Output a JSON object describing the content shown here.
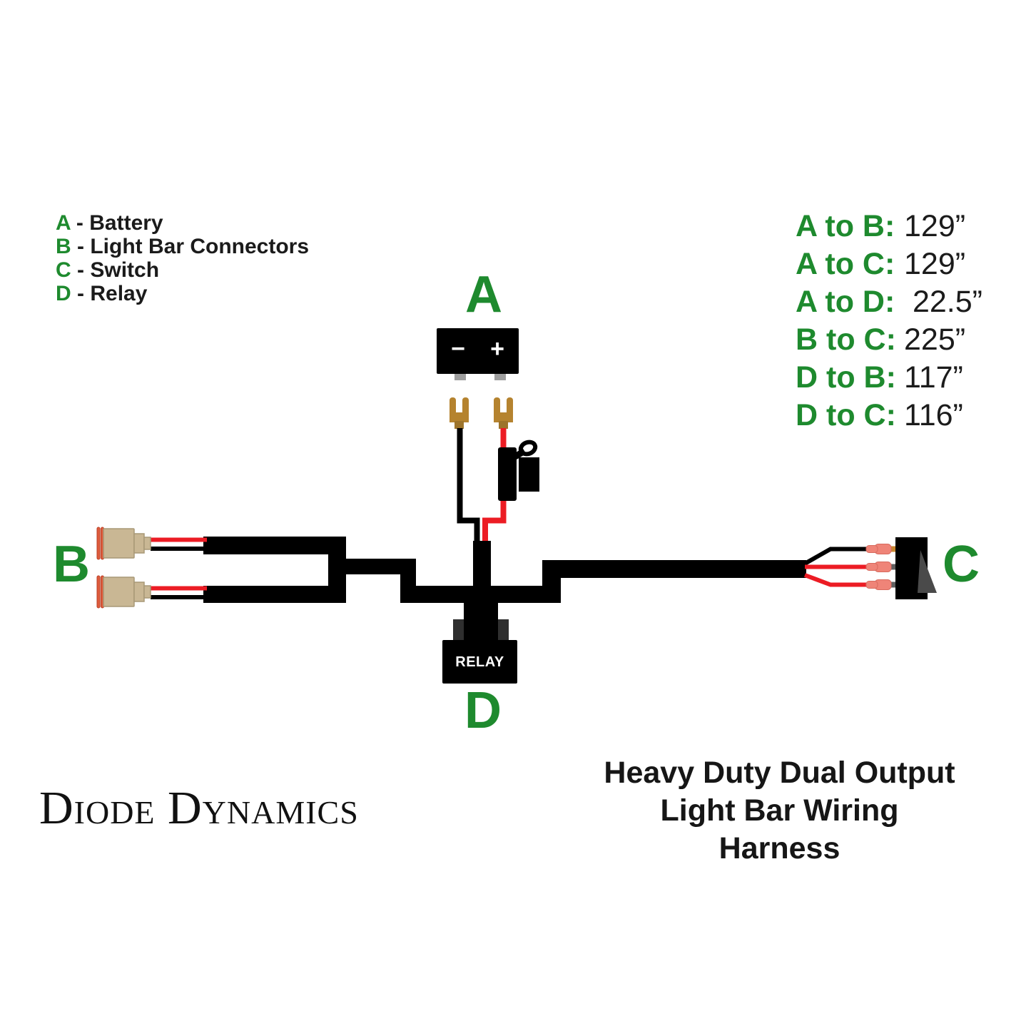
{
  "page": {
    "background": "#FFFFFF"
  },
  "colors": {
    "label_green": "#1E8A2E",
    "wire_red": "#EC1C24",
    "wire_black": "#000000",
    "connector_tan": "#C9B794",
    "connector_tan_border": "#A89877",
    "connector_ring_orange": "#DF5B3B",
    "terminal_pink": "#EF8478",
    "fork_copper": "#B5832F",
    "fork_copper_dark": "#9D742B",
    "battery_tab_gray": "#9E9E9E",
    "relay_socket_gray": "#2F2F2F",
    "rocker_gray": "#4A4A4A",
    "text_dark": "#1B1B1B"
  },
  "legend": {
    "separator": " - ",
    "items": [
      {
        "key": "A",
        "label": "Battery"
      },
      {
        "key": "B",
        "label": "Light Bar Connectors"
      },
      {
        "key": "C",
        "label": "Switch"
      },
      {
        "key": "D",
        "label": "Relay"
      }
    ]
  },
  "distances": [
    {
      "label": "A to B:",
      "value": "129”"
    },
    {
      "label": "A to C:",
      "value": "129”"
    },
    {
      "label": "A to D:",
      "value": " 22.5”"
    },
    {
      "label": "B to C:",
      "value": "225”"
    },
    {
      "label": "D to B:",
      "value": "117”"
    },
    {
      "label": "D to C:",
      "value": "116”"
    }
  ],
  "point_labels": {
    "battery": "A",
    "light_bar_connectors": "B",
    "switch": "C",
    "relay": "D"
  },
  "battery": {
    "minus_label": "−",
    "plus_label": "+"
  },
  "relay_label": "RELAY",
  "brand": "Diode Dynamics",
  "title": {
    "line1": "Heavy Duty Dual Output",
    "line2": "Light Bar Wiring Harness"
  }
}
